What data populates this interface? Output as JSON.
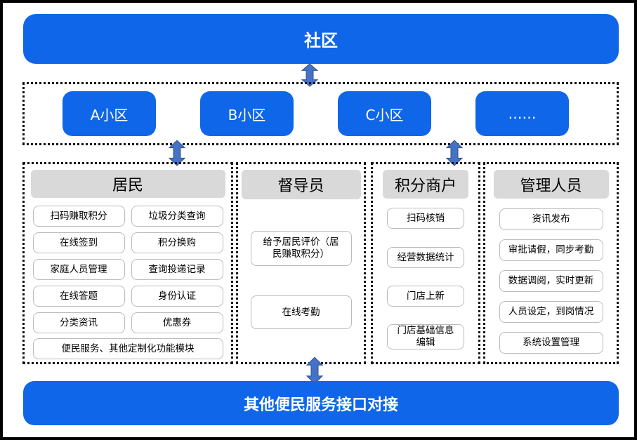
{
  "community": {
    "title": "社区"
  },
  "districts": {
    "items": [
      "A小区",
      "B小区",
      "C小区",
      "……"
    ]
  },
  "roles": {
    "residents": {
      "title": "居民",
      "grid": [
        "扫码赚取积分",
        "垃圾分类查询",
        "在线签到",
        "积分换购",
        "家庭人员管理",
        "查询投递记录",
        "在线答题",
        "身份认证",
        "分类资讯",
        "优惠券"
      ],
      "full": "便民服务、其他定制化功能模块"
    },
    "supervisor": {
      "title": "督导员",
      "items": [
        "给予居民评价（居\n民赚取积分）",
        "在线考勤"
      ]
    },
    "merchant": {
      "title": "积分商户",
      "items": [
        "扫码核销",
        "经营数据统计",
        "门店上新",
        "门店基础信息\n编辑"
      ]
    },
    "admin": {
      "title": "管理人员",
      "items": [
        "资讯发布",
        "审批请假，同步考勤",
        "数据调阅，实时更新",
        "人员设定，到岗情况",
        "系统设置管理"
      ]
    }
  },
  "footer": {
    "title": "其他便民服务接口对接"
  },
  "colors": {
    "primary_blue": "#1066E8",
    "arrow_blue": "#4472C4",
    "arrow_border": "#31538F",
    "header_gray": "#D9D9D9",
    "item_border": "#BBBBBB",
    "dotted_border": "#111111"
  }
}
